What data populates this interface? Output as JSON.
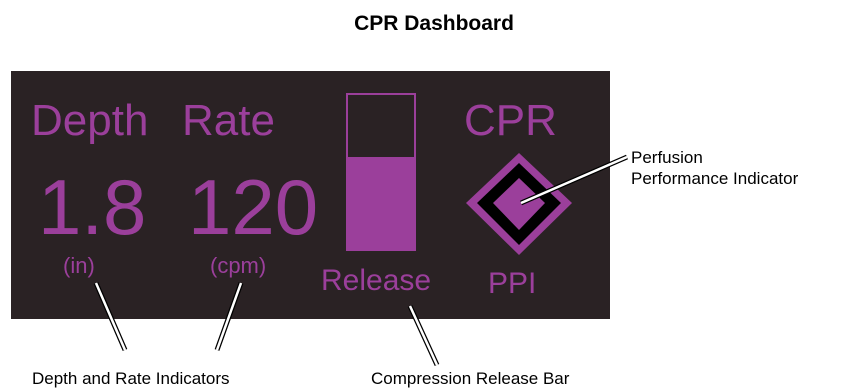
{
  "title": "CPR Dashboard",
  "colors": {
    "panel": "#2a2224",
    "accent": "#9b3f9b",
    "text": "#000000"
  },
  "dashboard": {
    "depth": {
      "label": "Depth",
      "value": "1.8",
      "unit": "(in)"
    },
    "rate": {
      "label": "Rate",
      "value": "120",
      "unit": "(cpm)"
    },
    "release": {
      "label": "Release",
      "fill_fraction": 0.6
    },
    "cpr": {
      "label": "CPR",
      "sublabel": "PPI"
    }
  },
  "callouts": {
    "ppi_line1": "Perfusion",
    "ppi_line2": "Performance Indicator",
    "depth_rate": "Depth and Rate Indicators",
    "release_bar": "Compression Release Bar"
  }
}
